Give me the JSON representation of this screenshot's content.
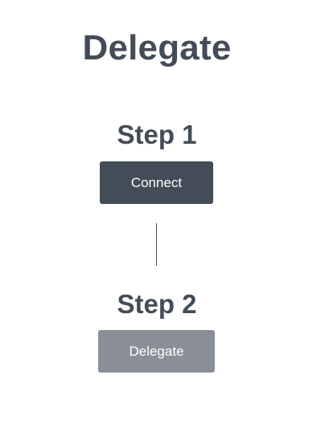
{
  "page": {
    "title": "Delegate"
  },
  "steps": [
    {
      "heading": "Step 1",
      "button_label": "Connect",
      "button_state": "enabled"
    },
    {
      "heading": "Step 2",
      "button_label": "Delegate",
      "button_state": "disabled"
    }
  ],
  "colors": {
    "text": "#444c57",
    "primary_button": "#444c57",
    "disabled_button": "#8a8f97",
    "background": "#ffffff"
  }
}
